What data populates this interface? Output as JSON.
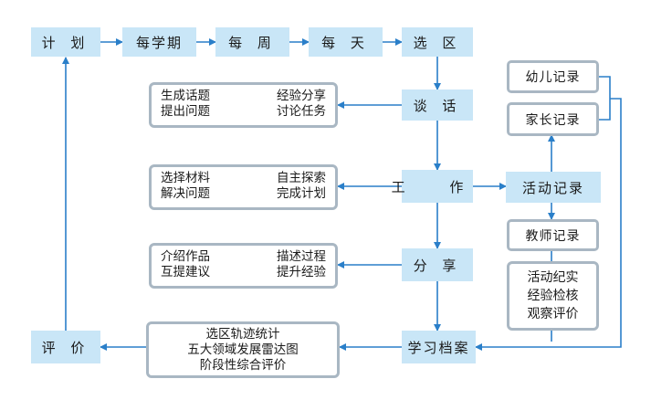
{
  "flow": {
    "plan": "计 划",
    "each_semester": "每学期",
    "each_week": "每 周",
    "each_day": "每 天",
    "choose_area": "选 区",
    "talk": "谈 话",
    "work": "工 作",
    "share": "分 享",
    "portfolio": "学习档案",
    "evaluate": "评 价"
  },
  "talk_box": {
    "lines": [
      [
        "生成话题",
        "经验分享"
      ],
      [
        "提出问题",
        "讨论任务"
      ]
    ]
  },
  "work_box": {
    "lines": [
      [
        "选择材料",
        "自主探索"
      ],
      [
        "解决问题",
        "完成计划"
      ]
    ]
  },
  "share_box": {
    "lines": [
      [
        "介绍作品",
        "描述过程"
      ],
      [
        "互提建议",
        "提升经验"
      ]
    ]
  },
  "portfolio_box": {
    "lines": [
      "选区轨迹统计",
      "五大领域发展雷达图",
      "阶段性综合评价"
    ]
  },
  "records": {
    "child": "幼儿记录",
    "parent": "家长记录",
    "activity": "活动记录",
    "teacher": "教师记录",
    "teacher_details": [
      "活动纪实",
      "经验检核",
      "观察评价"
    ]
  },
  "colors": {
    "node_fill": "#c9e6f7",
    "arrow": "#2a7fc9",
    "box_border": "#a9b7c3"
  }
}
